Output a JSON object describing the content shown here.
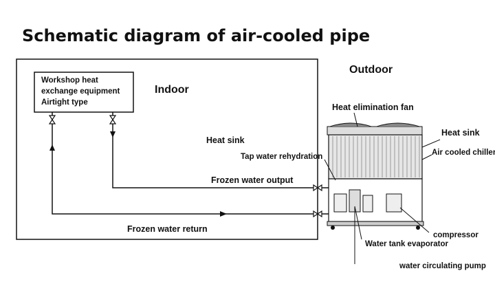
{
  "title": "Schematic diagram of air-cooled pipe",
  "labels": {
    "indoor": "Indoor",
    "outdoor": "Outdoor",
    "equipment_line1": "Workshop heat",
    "equipment_line2": "exchange equipment",
    "equipment_line3": "Airtight type",
    "heat_sink_left": "Heat sink",
    "tap_water": "Tap water rehydration",
    "frozen_output": "Frozen water output",
    "frozen_return": "Frozen water return",
    "heat_fan": "Heat elimination fan",
    "heat_sink_right": "Heat sink",
    "air_cooled_chiller": "Air cooled chiller",
    "compressor": "compressor",
    "water_tank_evaporator": "Water tank evaporator",
    "water_pump": "water circulating pump"
  },
  "colors": {
    "line": "#111111",
    "panel_fill": "#e6e6e6",
    "fin": "#9a9a9a",
    "fan": "#555555"
  }
}
